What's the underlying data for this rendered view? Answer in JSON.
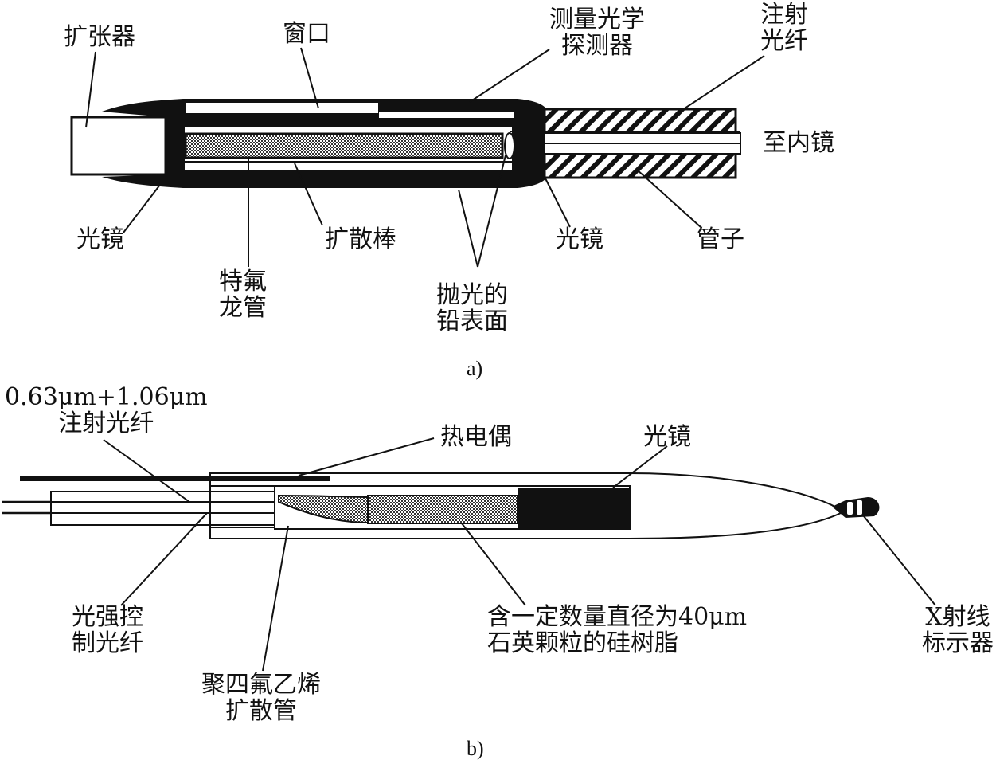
{
  "figure_a": {
    "caption": "a)",
    "labels": {
      "expander": "扩张器",
      "window": "窗口",
      "probe": "测量光学\n探测器",
      "injection_fiber": "注射\n光纤",
      "to_endoscope": "至内镜",
      "mirror_left": "光镜",
      "diffuser_rod": "扩散棒",
      "mirror_right": "光镜",
      "tube": "管子",
      "teflon_tube": "特氟\n龙管",
      "polished_lead": "抛光的\n铅表面"
    }
  },
  "figure_b": {
    "caption": "b)",
    "labels": {
      "injection_fiber": "0.63μm+1.06μm\n注射光纤",
      "thermocouple": "热电偶",
      "mirror": "光镜",
      "control_fiber": "光强控\n制光纤",
      "ptfe_tube": "聚四氟乙烯\n扩散管",
      "silicone": "含一定数量直径为40μm\n石英颗粒的硅树脂",
      "xray_marker": "X射线\n标示器"
    }
  }
}
